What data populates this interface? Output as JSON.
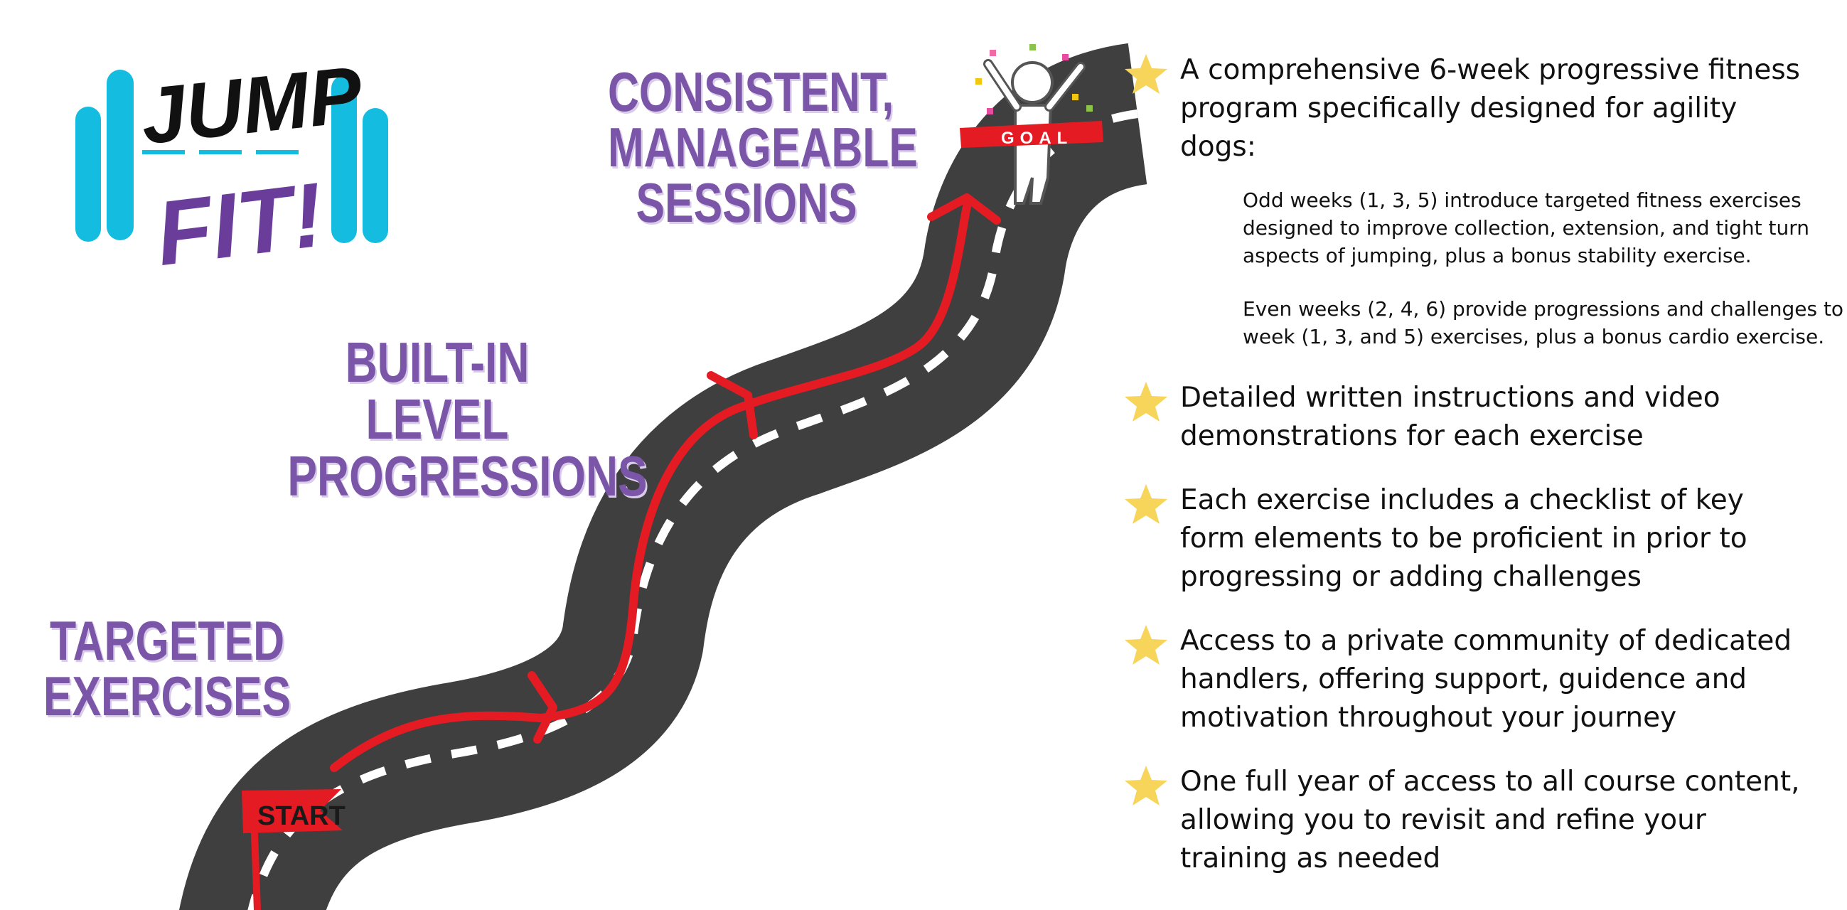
{
  "logo": {
    "line1": "JUMP",
    "line2": "FIT!"
  },
  "road": {
    "start_label": "START",
    "goal_label": "GOAL"
  },
  "headlines": {
    "targeted": [
      "TARGETED",
      "EXERCISES"
    ],
    "built_in": [
      "BUILT-IN LEVEL",
      "PROGRESSIONS"
    ],
    "consistent": [
      "CONSISTENT,",
      "MANAGEABLE",
      "SESSIONS"
    ]
  },
  "features": [
    {
      "text": "A comprehensive 6-week progressive fitness program specifically designed for agility dogs:",
      "sub": [
        "Odd weeks (1, 3, 5) introduce targeted fitness exercises designed to improve collection, extension, and tight turn aspects of jumping, plus a bonus stability exercise.",
        "Even weeks (2, 4, 6) provide progressions and challenges to week (1, 3, and 5) exercises, plus a bonus cardio exercise."
      ]
    },
    {
      "text": "Detailed written instructions and video demonstrations for each exercise"
    },
    {
      "text": "Each exercise includes a checklist of key form elements to be proficient in prior to progressing or adding challenges"
    },
    {
      "text": "Access to a private community of dedicated handlers, offering support, guidence and motivation throughout your journey"
    },
    {
      "text": "One full year of access to all course content, allowing you to revisit and refine your training as needed"
    }
  ],
  "colors": {
    "road": "#3f3f3f",
    "dash": "#ffffff",
    "route": "#e51b23",
    "purple": "#6b3d9b",
    "headline_purple": "#7a55a8",
    "cyan": "#14bde0",
    "star": "#f7d45a"
  },
  "icons": {
    "star": "star-icon",
    "flag": "start-flag-icon",
    "runner": "goal-runner-icon"
  }
}
